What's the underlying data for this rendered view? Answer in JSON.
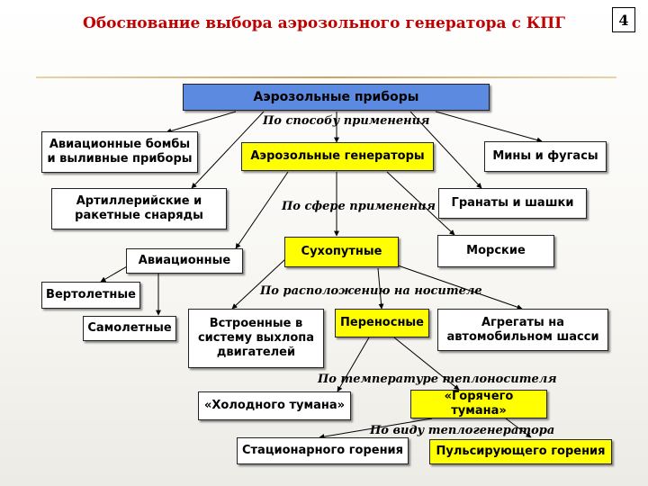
{
  "header": {
    "title": "Обоснование выбора аэрозольного генератора с КПГ",
    "slide_number": "4"
  },
  "nodes": {
    "aerosol_devices": "Аэрозольные приборы",
    "aviation_bombs": "Авиационные бомбы и выливные приборы",
    "aerosol_generators": "Аэрозольные генераторы",
    "mines": "Мины и фугасы",
    "artillery": "Артиллерийские и ракетные снаряды",
    "grenades": "Гранаты и шашки",
    "aviation": "Авиационные",
    "ground": "Сухопутные",
    "marine": "Морские",
    "helicopter": "Вертолетные",
    "airplane": "Самолетные",
    "built_in": "Встроенные в систему выхлопа двигателей",
    "portable": "Переносные",
    "vehicle_units": "Агрегаты на автомобильном шасси",
    "cold_fog": "«Холодного тумана»",
    "hot_fog": "«Горячего тумана»",
    "stationary": "Стационарного горения",
    "pulsating": "Пульсирующего горения"
  },
  "labels": {
    "by_application_method": "По способу применения",
    "by_application_area": "По сфере применения",
    "by_carrier_location": "По расположению на носителе",
    "by_coolant_temperature": "По температуре теплоносителя",
    "by_heat_generator_type": "По виду теплогенератора"
  },
  "colors": {
    "title": "#c00000",
    "root_box": "#5b8ae0",
    "highlight_box": "#ffff00"
  }
}
